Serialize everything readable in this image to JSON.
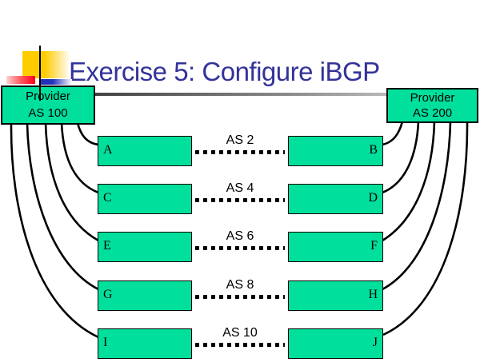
{
  "slide": {
    "title": "Exercise 5: Configure iBGP"
  },
  "providers": {
    "left": {
      "name": "Provider",
      "as": "AS 100"
    },
    "right": {
      "name": "Provider",
      "as": "AS 200"
    }
  },
  "rows": [
    {
      "as": "AS 2",
      "left": "A",
      "right": "B"
    },
    {
      "as": "AS 4",
      "left": "C",
      "right": "D"
    },
    {
      "as": "AS 6",
      "left": "E",
      "right": "F"
    },
    {
      "as": "AS 8",
      "left": "G",
      "right": "H"
    },
    {
      "as": "AS 10",
      "left": "I",
      "right": "J"
    }
  ],
  "colors": {
    "node_fill": "#00E09C",
    "title": "#333399",
    "line": "#000000"
  }
}
